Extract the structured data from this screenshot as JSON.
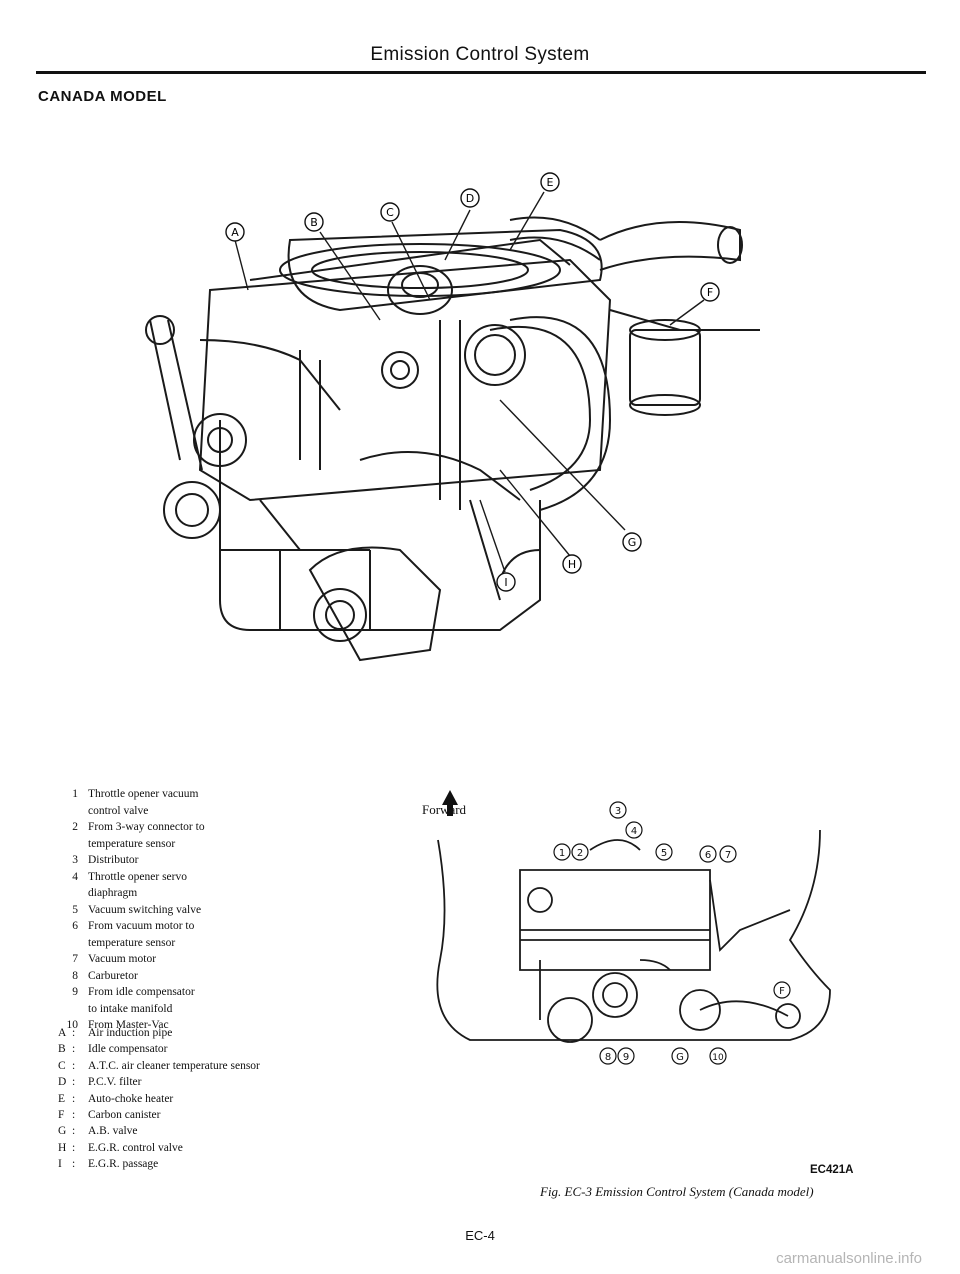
{
  "header": {
    "title": "Emission Control System"
  },
  "section_label": "CANADA MODEL",
  "engine_callouts": [
    "A",
    "B",
    "C",
    "D",
    "E",
    "F",
    "G",
    "H",
    "I"
  ],
  "legend_numbers": [
    {
      "num": "1",
      "lines": [
        "Throttle opener vacuum",
        "control valve"
      ]
    },
    {
      "num": "2",
      "lines": [
        "From 3-way connector to",
        "temperature sensor"
      ]
    },
    {
      "num": "3",
      "lines": [
        "Distributor"
      ]
    },
    {
      "num": "4",
      "lines": [
        "Throttle opener servo",
        "diaphragm"
      ]
    },
    {
      "num": "5",
      "lines": [
        "Vacuum switching valve"
      ]
    },
    {
      "num": "6",
      "lines": [
        "From vacuum motor to",
        "temperature sensor"
      ]
    },
    {
      "num": "7",
      "lines": [
        "Vacuum motor"
      ]
    },
    {
      "num": "8",
      "lines": [
        "Carburetor"
      ]
    },
    {
      "num": "9",
      "lines": [
        "From idle compensator",
        "to intake manifold"
      ]
    },
    {
      "num": "10",
      "lines": [
        "From Master-Vac"
      ]
    }
  ],
  "legend_letters": [
    {
      "letter": "A",
      "desc": "Air induction pipe"
    },
    {
      "letter": "B",
      "desc": "Idle compensator"
    },
    {
      "letter": "C",
      "desc": "A.T.C. air cleaner temperature sensor"
    },
    {
      "letter": "D",
      "desc": "P.C.V. filter"
    },
    {
      "letter": "E",
      "desc": "Auto-choke heater"
    },
    {
      "letter": "F",
      "desc": "Carbon canister"
    },
    {
      "letter": "G",
      "desc": "A.B. valve"
    },
    {
      "letter": "H",
      "desc": "E.G.R. control valve"
    },
    {
      "letter": "I",
      "desc": "E.G.R. passage"
    }
  ],
  "schematic": {
    "forward_label": "Forward",
    "callouts_num": [
      "1",
      "2",
      "3",
      "4",
      "5",
      "6",
      "7",
      "8",
      "9",
      "10"
    ],
    "callouts_letter": [
      "F",
      "G"
    ]
  },
  "figure": {
    "code": "EC421A",
    "caption": "Fig. EC-3  Emission Control System (Canada model)"
  },
  "page_number": "EC-4",
  "watermark": "carmanualsonline.info"
}
